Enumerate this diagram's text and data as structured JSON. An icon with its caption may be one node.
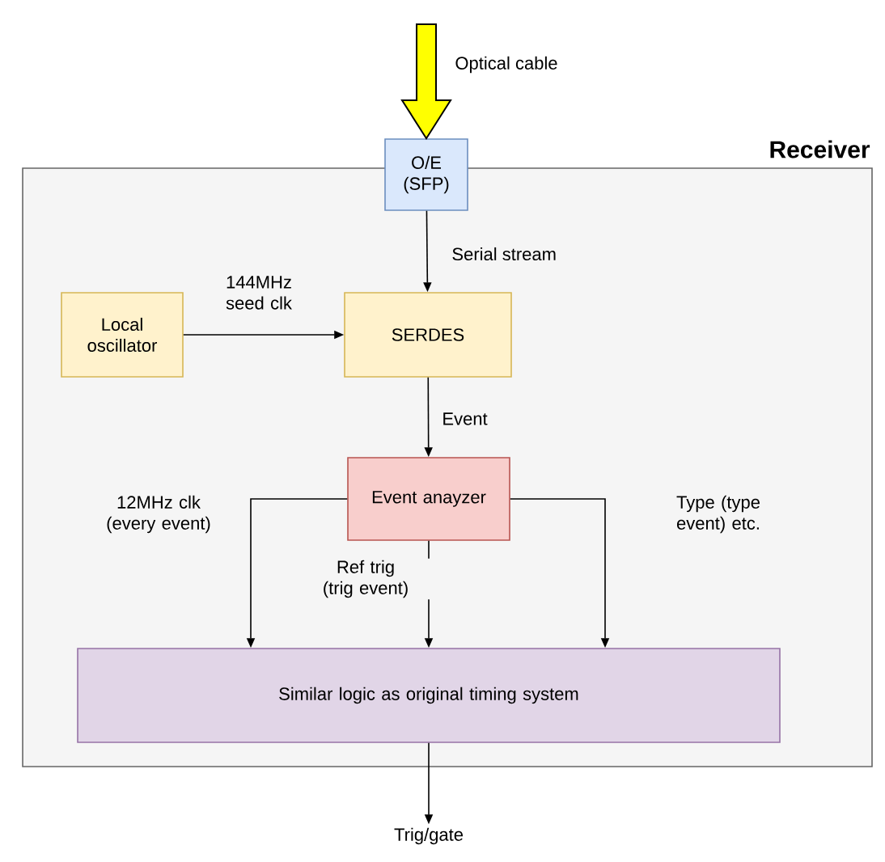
{
  "diagram": {
    "nodes": [
      {
        "text": [
          "Receiver"
        ]
      },
      {
        "text": [
          "O/E (SFP)"
        ]
      },
      {
        "text": [
          "Local oscillator"
        ],
        "in": 0
      },
      {
        "text": [
          "SERDES"
        ],
        "in": 0
      },
      {
        "text": [
          "Event anayzer"
        ],
        "in": 0
      },
      {
        "text": [
          "Similar logic as original timing system"
        ],
        "in": 0
      },
      {
        "text": [
          "Trig/gate"
        ]
      }
    ],
    "edges": [
      {
        "from": null,
        "to": 1,
        "arrow": "to",
        "label": "Optical cable",
        "style": "thick",
        "color": "#ffff00"
      },
      {
        "from": 1,
        "to": 3,
        "arrow": "to",
        "label": "Serial stream"
      },
      {
        "from": 2,
        "to": 3,
        "arrow": "to",
        "label": "144MHz seed clk"
      },
      {
        "from": 3,
        "to": 4,
        "arrow": "to",
        "label": "Event"
      },
      {
        "from": 4,
        "to": 5,
        "arrow": "to",
        "label": "12MHz clk (every event)"
      },
      {
        "from": 4,
        "to": 5,
        "arrow": "to",
        "label": "Ref trig (trig event)"
      },
      {
        "from": 4,
        "to": 5,
        "arrow": "to",
        "label": "Type (type event) etc."
      },
      {
        "from": 5,
        "to": 6,
        "arrow": "to"
      }
    ]
  }
}
